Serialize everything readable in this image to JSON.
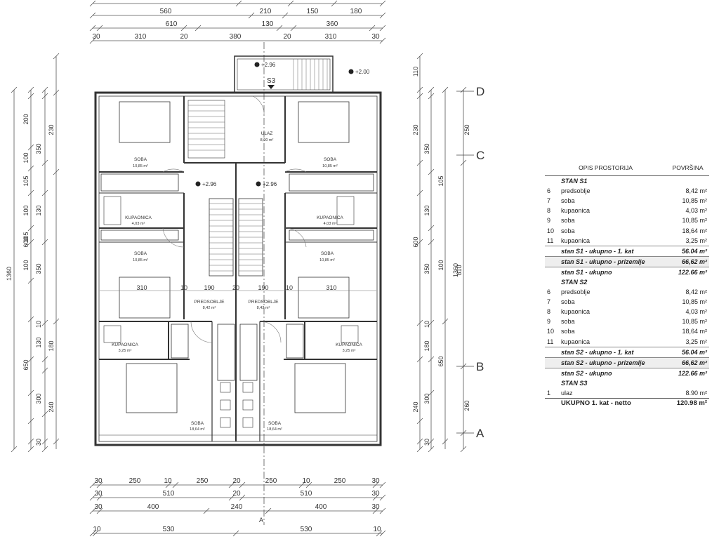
{
  "dims_top": {
    "row1": [
      "560",
      "210",
      "150",
      "180"
    ],
    "row2": [
      "610",
      "130",
      "360"
    ],
    "row3": [
      "30",
      "310",
      "20",
      "380",
      "20",
      "310",
      "30"
    ]
  },
  "dims_bottom": {
    "row1": [
      "30",
      "250",
      "10",
      "250",
      "20",
      "250",
      "10",
      "250",
      "30"
    ],
    "row2": [
      "30",
      "510",
      "20",
      "510",
      "30"
    ],
    "row3": [
      "30",
      "400",
      "240",
      "400",
      "30"
    ],
    "row4": [
      "10",
      "530",
      "530",
      "10"
    ]
  },
  "dims_left": {
    "outer": "1360",
    "mid": [
      "600",
      "650"
    ],
    "inner": [
      "200",
      "230",
      "350",
      "100",
      "105",
      "100",
      "130",
      "105",
      "100",
      "350",
      "10",
      "130",
      "180",
      "300",
      "240",
      "30"
    ]
  },
  "dims_right": {
    "mid": [
      "600",
      "650",
      "810"
    ],
    "inner": [
      "110",
      "230",
      "350",
      "105",
      "130",
      "100",
      "350",
      "10",
      "180",
      "300",
      "240",
      "30"
    ],
    "outer": [
      "250",
      "1360",
      "260"
    ]
  },
  "axes": [
    "D",
    "C",
    "B",
    "A"
  ],
  "section": {
    "top": "S3",
    "bottom": "A"
  },
  "levels": [
    "+2.96",
    "+2.00",
    "+2.96",
    "+2.96"
  ],
  "rooms": [
    {
      "name": "SOBA",
      "area": "10,85 m²"
    },
    {
      "name": "ULAZ",
      "area": "8,90 m²"
    },
    {
      "name": "SOBA",
      "area": "10,85 m²"
    },
    {
      "name": "KUPAONICA",
      "area": "4,03 m²"
    },
    {
      "name": "KUPAONICA",
      "area": "4,03 m²"
    },
    {
      "name": "SOBA",
      "area": "10,85 m²"
    },
    {
      "name": "SOBA",
      "area": "10,85 m²"
    },
    {
      "name": "PREDSOBLJE",
      "area": "8,42 m²"
    },
    {
      "name": "PREDSOBLJE",
      "area": "8,42 m²"
    },
    {
      "name": "KUPAONICA",
      "area": "3,25 m²"
    },
    {
      "name": "KUPAONICA",
      "area": "3,25 m²"
    },
    {
      "name": "SOBA",
      "area": "18,64 m²"
    },
    {
      "name": "SOBA",
      "area": "18,64 m²"
    }
  ],
  "inner_dims": [
    "310",
    "10",
    "190",
    "20",
    "190",
    "10",
    "310"
  ],
  "table": {
    "header": {
      "name": "OPIS PROSTORIJA",
      "area": "POVRŠINA"
    },
    "rows": [
      {
        "kind": "sec",
        "no": "",
        "name": "STAN S1",
        "area": ""
      },
      {
        "kind": "row",
        "no": "6",
        "name": "predsoblje",
        "area": "8,42 m²"
      },
      {
        "kind": "row",
        "no": "7",
        "name": "soba",
        "area": "10,85 m²"
      },
      {
        "kind": "row",
        "no": "8",
        "name": "kupaonica",
        "area": "4,03 m²"
      },
      {
        "kind": "row",
        "no": "9",
        "name": "soba",
        "area": "10,85 m²"
      },
      {
        "kind": "row",
        "no": "10",
        "name": "soba",
        "area": "18,64 m²"
      },
      {
        "kind": "row",
        "no": "11",
        "name": "kupaonica",
        "area": "3,25 m²"
      },
      {
        "kind": "sum",
        "no": "",
        "name": "stan S1 - ukupno - 1. kat",
        "area": "56.04 m²"
      },
      {
        "kind": "sum2",
        "no": "",
        "name": "stan S1 - ukupno - prizemlje",
        "area": "66,62 m²"
      },
      {
        "kind": "sum",
        "no": "",
        "name": "stan S1 - ukupno",
        "area": "122.66 m²"
      },
      {
        "kind": "sec",
        "no": "",
        "name": "STAN S2",
        "area": ""
      },
      {
        "kind": "row",
        "no": "6",
        "name": "predsoblje",
        "area": "8,42 m²"
      },
      {
        "kind": "row",
        "no": "7",
        "name": "soba",
        "area": "10,85 m²"
      },
      {
        "kind": "row",
        "no": "8",
        "name": "kupaonica",
        "area": "4,03 m²"
      },
      {
        "kind": "row",
        "no": "9",
        "name": "soba",
        "area": "10,85 m²"
      },
      {
        "kind": "row",
        "no": "10",
        "name": "soba",
        "area": "18,64 m²"
      },
      {
        "kind": "row",
        "no": "11",
        "name": "kupaonica",
        "area": "3,25 m²"
      },
      {
        "kind": "sum",
        "no": "",
        "name": "stan S2 - ukupno - 1. kat",
        "area": "56.04 m²"
      },
      {
        "kind": "sum2",
        "no": "",
        "name": "stan S2 - ukupno - prizemlje",
        "area": "66,62 m²"
      },
      {
        "kind": "sum",
        "no": "",
        "name": "stan S2 - ukupno",
        "area": "122.66 m²"
      },
      {
        "kind": "sec",
        "no": "",
        "name": "STAN S3",
        "area": ""
      },
      {
        "kind": "row",
        "no": "1",
        "name": "ulaz",
        "area": "8.90 m²"
      },
      {
        "kind": "tot",
        "no": "",
        "name": "UKUPNO 1. kat  - netto",
        "area": "120.98 m²"
      }
    ]
  }
}
